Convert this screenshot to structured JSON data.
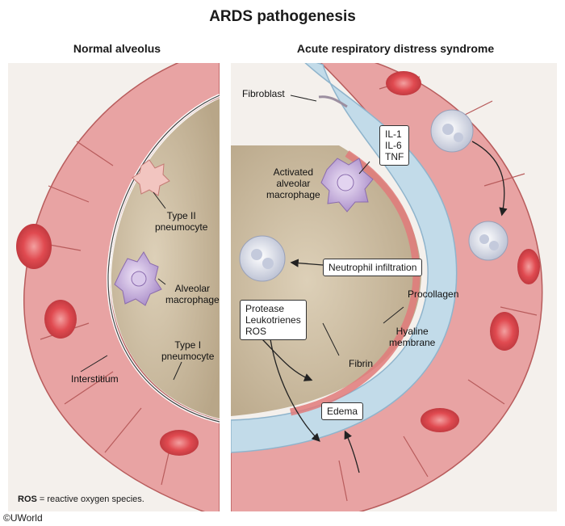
{
  "title": "ARDS pathogenesis",
  "panels": {
    "left_title": "Normal alveolus",
    "right_title": "Acute respiratory distress syndrome"
  },
  "left_labels": {
    "type2": "Type II\npneumocyte",
    "macrophage": "Alveolar\nmacrophage",
    "type1": "Type I\npneumocyte",
    "interstitium": "Interstitium"
  },
  "right_labels": {
    "fibroblast": "Fibroblast",
    "cytokines": "IL-1\nIL-6\nTNF",
    "activated_macrophage": "Activated\nalveolar\nmacrophage",
    "neutrophil": "Neutrophil infiltration",
    "procollagen": "Procollagen",
    "mediators": "Protease\nLeukotrienes\nROS",
    "hyaline": "Hyaline\nmembrane",
    "fibrin": "Fibrin",
    "edema": "Edema"
  },
  "footnote": {
    "abbr": "ROS",
    "text": " = reactive oxygen species."
  },
  "copyright": "©UWorld",
  "colors": {
    "tissue": "#e59a9a",
    "tissue_dark": "#c85a5a",
    "rbc": "#e04a50",
    "alveolus": "#c9b99a",
    "edema_fluid": "#bcd6e6",
    "macrophage": "#c7b1dc",
    "neutrophil": "#d9dde8"
  }
}
